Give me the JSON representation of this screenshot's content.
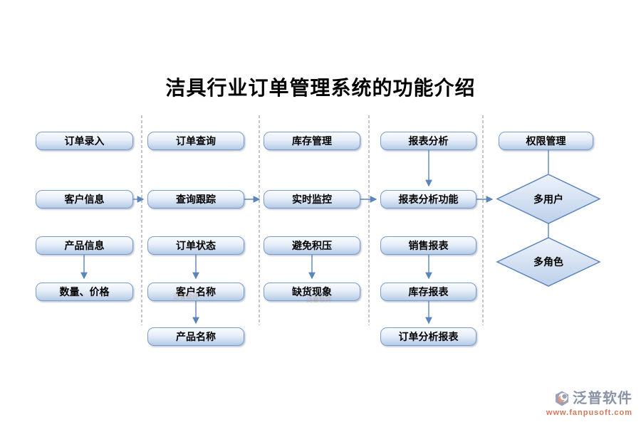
{
  "title": "洁具行业订单管理系统的功能介绍",
  "columns": [
    {
      "header": "订单录入",
      "boxes": [
        "客户信息",
        "产品信息",
        "数量、价格"
      ]
    },
    {
      "header": "订单查询",
      "boxes": [
        "查询跟踪",
        "订单状态",
        "客户名称",
        "产品名称"
      ]
    },
    {
      "header": "库存管理",
      "boxes": [
        "实时监控",
        "避免积压",
        "缺货现象"
      ]
    },
    {
      "header": "报表分析",
      "boxes": [
        "报表分析功能",
        "销售报表",
        "库存报表",
        "订单分析报表"
      ]
    },
    {
      "header": "权限管理",
      "diamonds": [
        "多用户",
        "多角色"
      ]
    }
  ],
  "watermark": "泛普软件",
  "logo": {
    "name": "泛普软件",
    "url": "www.fanpusoft.com"
  },
  "colors": {
    "node_border": "#7d9cc9",
    "node_fill_top": "#f8fbfe",
    "node_fill_bottom": "#b3c9e6",
    "connector": "#5b84bd",
    "separator": "#9aa0a6",
    "logo_gray": "#8b93a6",
    "logo_orange": "#d4765a"
  }
}
